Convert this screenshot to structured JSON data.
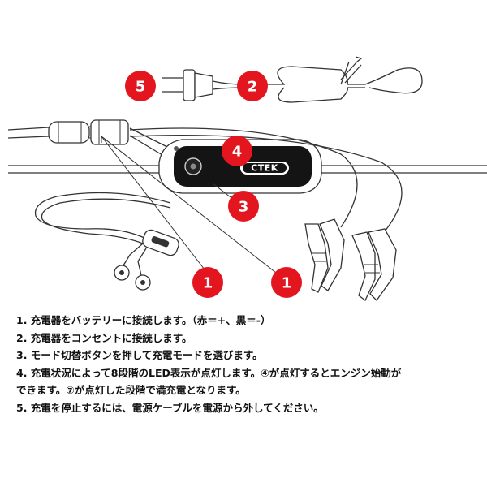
{
  "callouts": [
    {
      "id": "badge-5",
      "number": "5"
    },
    {
      "id": "badge-2",
      "number": "2"
    },
    {
      "id": "badge-4",
      "number": "4"
    },
    {
      "id": "badge-3",
      "number": "3"
    },
    {
      "id": "badge-1a",
      "number": "1"
    },
    {
      "id": "badge-1b",
      "number": "1"
    }
  ],
  "charger": {
    "logo": "CTEK"
  },
  "colors": {
    "callout": "#e3161f",
    "line": "#333333",
    "charger_body": "#141414"
  },
  "instructions": [
    "1. 充電器をバッテリーに接続します。（赤＝+、黒＝-）",
    "2. 充電器をコンセントに接続します。",
    "3. モード切替ボタンを押して充電モードを選びます。",
    "4. 充電状況によって8段階のLED表示が点灯します。④が点灯するとエンジン始動が",
    "できます。⑦が点灯した段階で満充電となります。",
    "5. 充電を停止するには、電源ケーブルを電源から外してください。"
  ]
}
